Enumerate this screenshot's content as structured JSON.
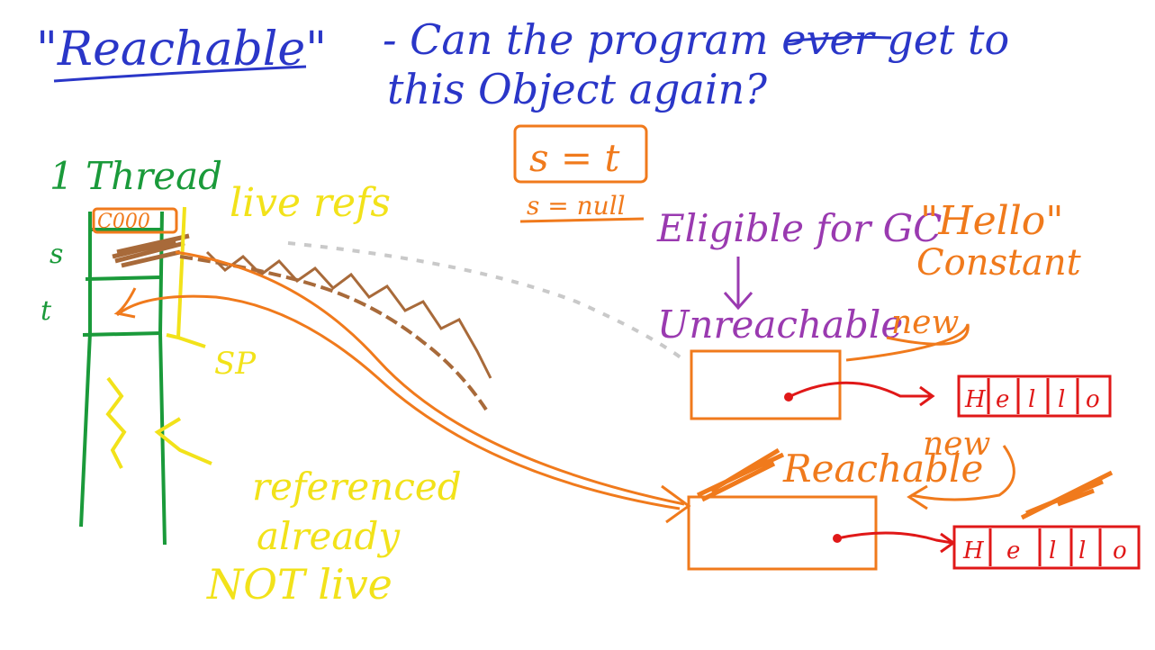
{
  "heading": {
    "title": "\"Reachable\"",
    "question_line1": "- Can the program ever get to",
    "question_line2": "this Object again?"
  },
  "stack": {
    "label": "1 Thread",
    "cell_top": "C000",
    "var_s": "s",
    "var_t": "t",
    "sp_label": "SP"
  },
  "notes": {
    "live_refs": "live refs",
    "assign1": "s = t",
    "assign2": "s = null",
    "eligible": "Eligible for GC",
    "unreachable": "Unreachable",
    "hello_string": "\"Hello\"",
    "constant": "Constant",
    "new_top": "new",
    "new_bottom": "new",
    "reachable": "Reachable",
    "dead_refs_line1": "referenced",
    "dead_refs_line2": "already",
    "dead_refs_line3": "NOT live"
  },
  "arrays": {
    "top": [
      "H",
      "e",
      "l",
      "l",
      "o"
    ],
    "bottom": [
      "H",
      "e",
      "l",
      "l",
      "o"
    ]
  },
  "colors": {
    "blue": "#2a36c8",
    "green": "#1a9a3a",
    "yellow": "#f2e21a",
    "orange": "#f07a1c",
    "purple": "#9a3ab0",
    "red": "#e01818",
    "brown": "#a86a3a"
  }
}
